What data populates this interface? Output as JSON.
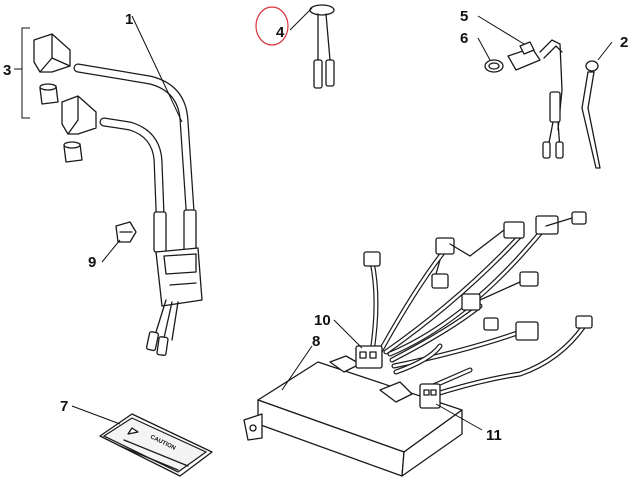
{
  "diagram": {
    "callouts": {
      "c1": "1",
      "c2": "2",
      "c3": "3",
      "c4": "4",
      "c5": "5",
      "c6": "6",
      "c7": "7",
      "c8": "8",
      "c9": "9",
      "c10": "10",
      "c11": "11"
    },
    "caution_label": {
      "heading": "CAUTION"
    },
    "highlight_color": "#d9333a",
    "ink_color": "#1a1a1a"
  }
}
